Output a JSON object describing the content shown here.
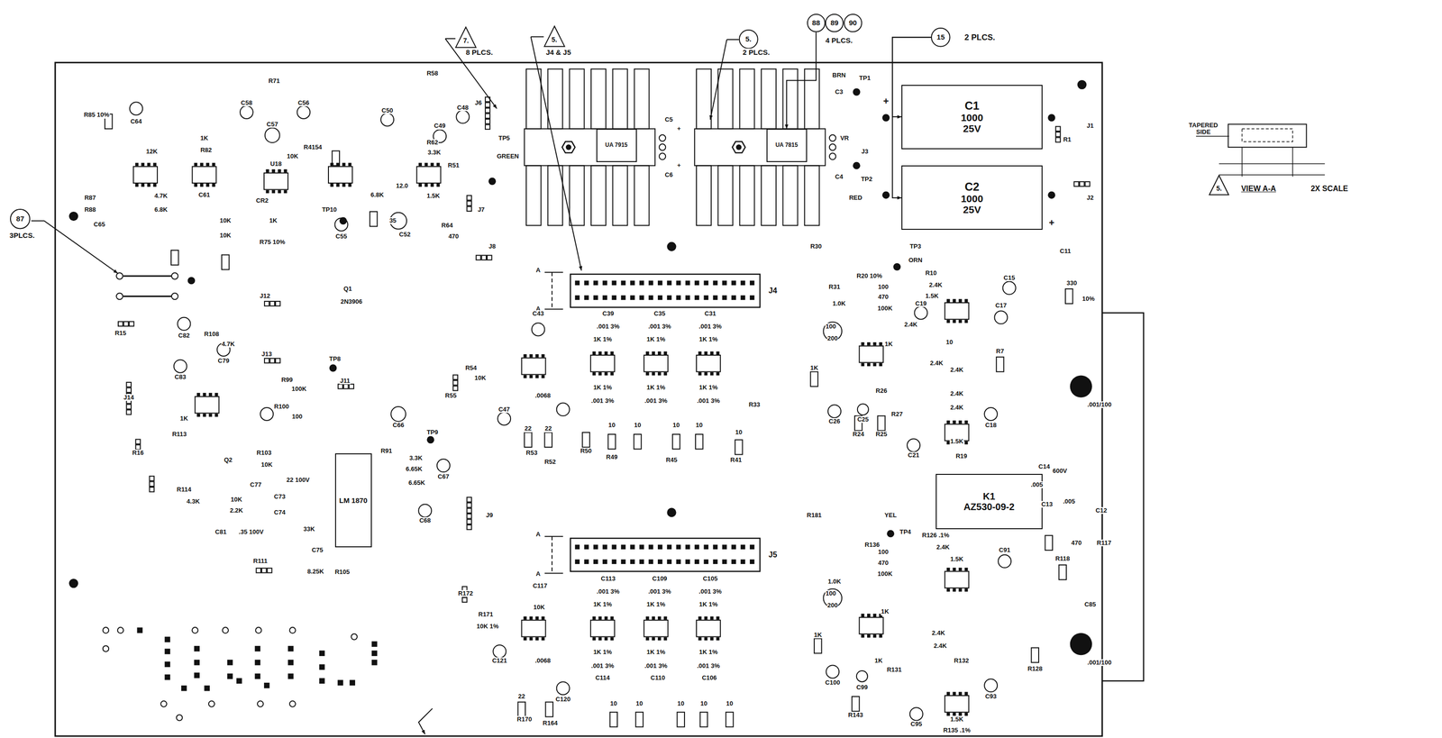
{
  "diagram": {
    "nodes": [
      {
        "text": [
          "7."
        ]
      },
      {
        "text": [
          "5."
        ]
      },
      {
        "text": [
          "5."
        ]
      },
      {
        "text": [
          "88"
        ]
      },
      {
        "text": [
          "89"
        ]
      },
      {
        "text": [
          "90"
        ]
      },
      {
        "text": [
          "15"
        ]
      },
      {
        "text": [
          "87"
        ]
      },
      {
        "text": [
          "5."
        ]
      },
      {
        "text": [
          "C1",
          "1000",
          "25V"
        ]
      },
      {
        "text": [
          "C2",
          "1000",
          "25V"
        ]
      },
      {
        "text": [
          "UA 7915"
        ]
      },
      {
        "text": [
          "UA 7815"
        ]
      },
      {
        "text": [
          "K1",
          "AZ530-09-2"
        ]
      },
      {
        "text": [
          "LM 1870"
        ]
      }
    ],
    "edges": [
      {
        "from": 6,
        "to": 9,
        "arrow": "to"
      },
      {
        "from": 6,
        "to": 10,
        "arrow": "to"
      },
      {
        "from": 3,
        "to": 12,
        "arrow": "to"
      }
    ],
    "labels": [
      "8 PLCS.",
      "J4 & J5",
      "2 PLCS.",
      "4 PLCS.",
      "2 PLCS.",
      "3PLCS.",
      "TAPERED SIDE",
      "VIEW A-A",
      "2X SCALE",
      "J4",
      "J5",
      "A",
      "A",
      "A",
      "A",
      "J6",
      "TP5",
      "GREEN",
      "J7",
      "J8",
      "TP1",
      "BRN",
      "C3",
      "C4",
      "TP2",
      "RED",
      "J3",
      "VR",
      "J1",
      "R1",
      "J2",
      "C5",
      "C6",
      "+",
      "+",
      "+",
      "+",
      "C64",
      "R85 10%",
      "12K",
      "R87",
      "4.7K",
      "R88",
      "6.8K",
      "C65",
      "C61",
      "1K",
      "R82",
      "C58",
      "C57",
      "C56",
      "R71",
      "U18",
      "CR2",
      "10K",
      "R4154",
      "10K",
      "10K",
      "R75 10%",
      "1K",
      "C55",
      "TP10",
      "C50",
      "C49",
      "C48",
      "3.3K",
      "1.5K",
      "12.0",
      "C52",
      "35",
      "R58",
      "R62",
      "R64",
      "470",
      "R51",
      "6.8K",
      "R15",
      "J14",
      "R16",
      "R114",
      "4.3K",
      "R113",
      "1K",
      "C83",
      "C82",
      "R108",
      "4.7K",
      "C79",
      "J12",
      "J13",
      "Q1",
      "2N3906",
      "TP8",
      "J11",
      "R99",
      "100K",
      "R100",
      "100",
      "C66",
      "TP9",
      "R91",
      "3.3K",
      "6.65K",
      "C67",
      "6.65K",
      "C68",
      "Q2",
      "R103",
      "10K",
      "10K",
      "2.2K",
      "C77",
      "C73",
      "22 100V",
      "C74",
      "33K",
      "C81",
      ".35 100V",
      "C75",
      "R111",
      "R105",
      "8.25K",
      "J9",
      "R55",
      "C43",
      "C39",
      "C35",
      "C31",
      ".001 3%",
      ".001 3%",
      ".001 3%",
      "R54",
      "10K",
      "1K 1%",
      "1K 1%",
      "1K 1%",
      "1K 1%",
      "1K 1%",
      "1K 1%",
      ".0068",
      ".001 3%",
      ".001 3%",
      ".001 3%",
      "C47",
      "22",
      "22",
      "R53",
      "R52",
      "R50",
      "R49",
      "R45",
      "R41",
      "10",
      "10",
      "10",
      "10",
      "10",
      "R33",
      "C117",
      "C113",
      "C109",
      "C105",
      ".001 3%",
      ".001 3%",
      ".001 3%",
      "10K",
      "R171",
      "10K 1%",
      "R172",
      "C121",
      ".0068",
      "1K 1%",
      "1K 1%",
      "1K 1%",
      "1K 1%",
      "1K 1%",
      "1K 1%",
      ".001 3%",
      ".001 3%",
      ".001 3%",
      "C114",
      "C110",
      "C106",
      "22",
      "C120",
      "R170",
      "R164",
      "10",
      "10",
      "10",
      "10",
      "10",
      "R30",
      "TP3",
      "ORN",
      "R31",
      "1.0K",
      "R20 10%",
      "100",
      "470",
      "100K",
      "R10",
      "2.4K",
      "1.5K",
      "C19",
      "C15",
      "C11",
      "330",
      "10%",
      "100",
      "200",
      "1K",
      "R26",
      "1K",
      "2.4K",
      "2.4K",
      "2.4K",
      "2.4K",
      "2.4K",
      "10",
      "C26",
      "C25",
      "R24",
      "R25",
      "R27",
      "C21",
      "1.5K",
      "R19",
      "C18",
      "C17",
      "R7",
      "C14",
      "600V",
      ".005",
      ".005",
      "C13",
      "C12",
      "R117",
      "470",
      ".001/100",
      ".001/100",
      "YEL",
      "TP4",
      "R181",
      "R136",
      "100",
      "470",
      "100K",
      "R126 .1%",
      "2.4K",
      "1.5K",
      "C91",
      "1.0K",
      "100",
      "200",
      "1K",
      "1K",
      "1K",
      "2.4K",
      "2.4K",
      "R131",
      "R132",
      "C100",
      "C99",
      "R143",
      "C95",
      "1.5K",
      "R135 .1%",
      "C93",
      "R128",
      "R118",
      "C85"
    ]
  }
}
